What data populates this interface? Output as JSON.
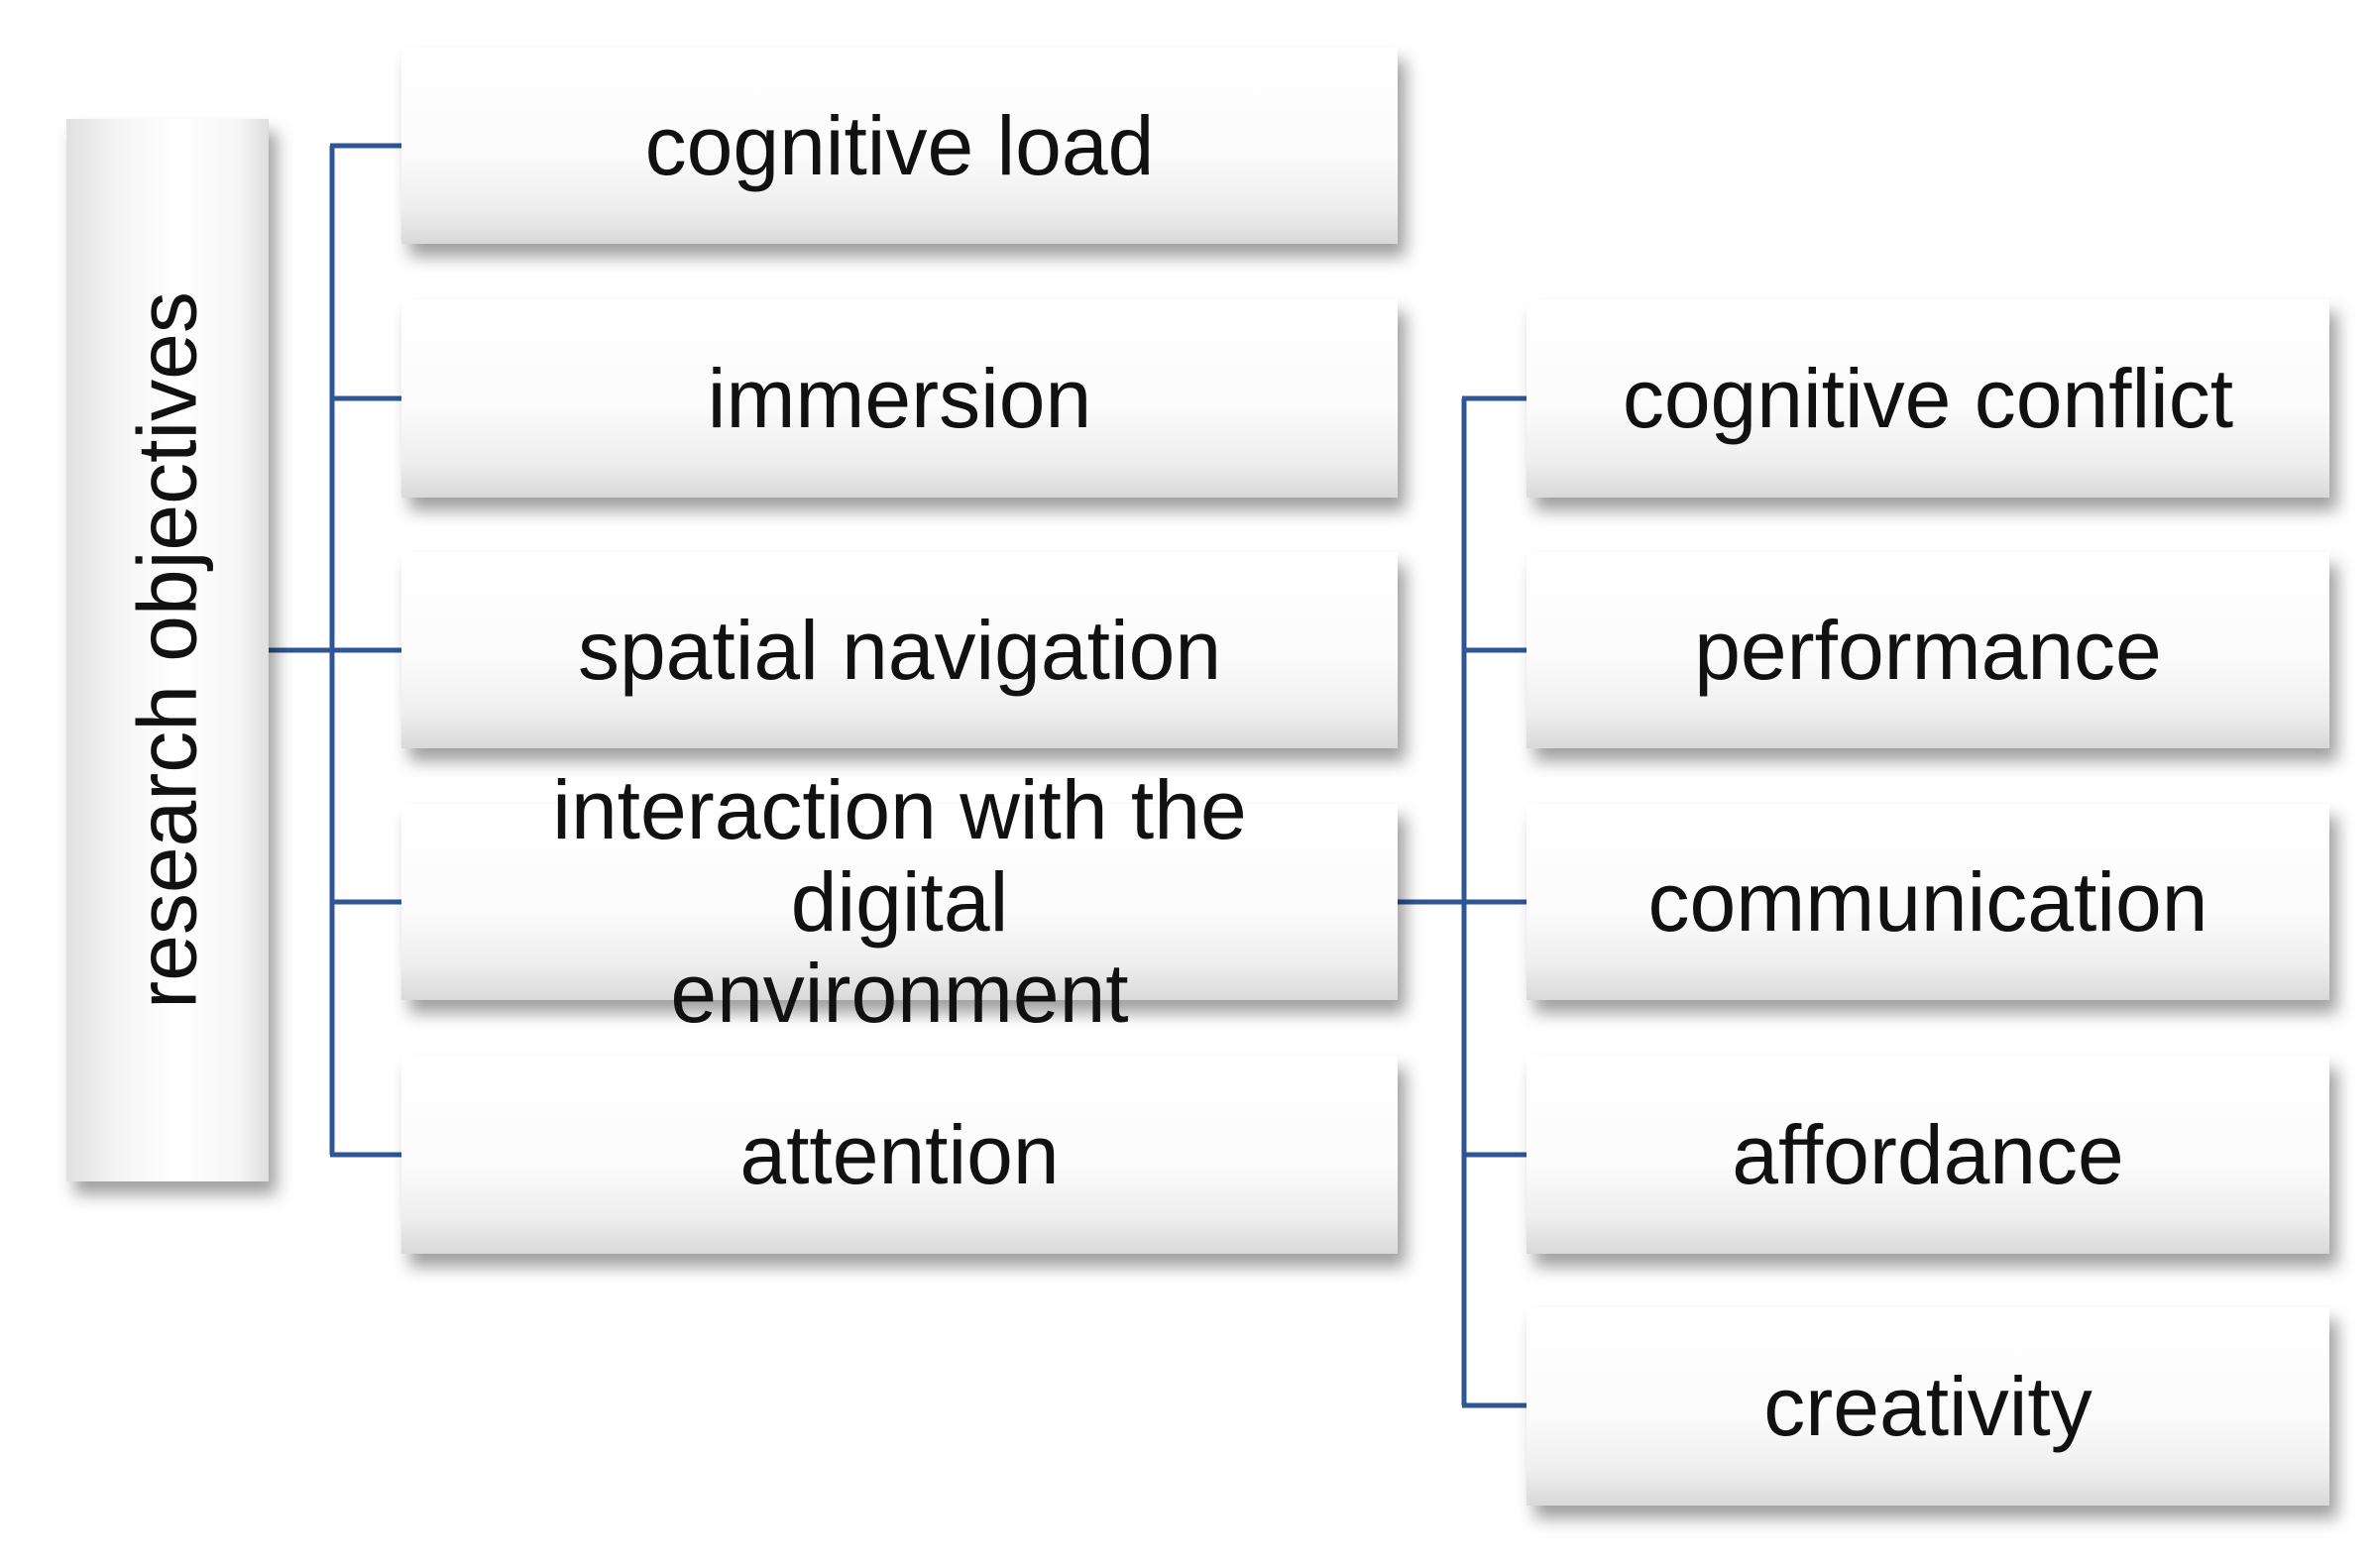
{
  "diagram": {
    "root": {
      "label": "research objectives"
    },
    "objectives": [
      {
        "label": "cognitive load"
      },
      {
        "label": "immersion"
      },
      {
        "label": "spatial navigation"
      },
      {
        "label": "interaction with the digital environment"
      },
      {
        "label": "attention"
      }
    ],
    "interaction_subtopics": [
      {
        "label": "cognitive conflict"
      },
      {
        "label": "performance"
      },
      {
        "label": "communication"
      },
      {
        "label": "affordance"
      },
      {
        "label": "creativity"
      }
    ],
    "connector_color": "#2f5597"
  }
}
